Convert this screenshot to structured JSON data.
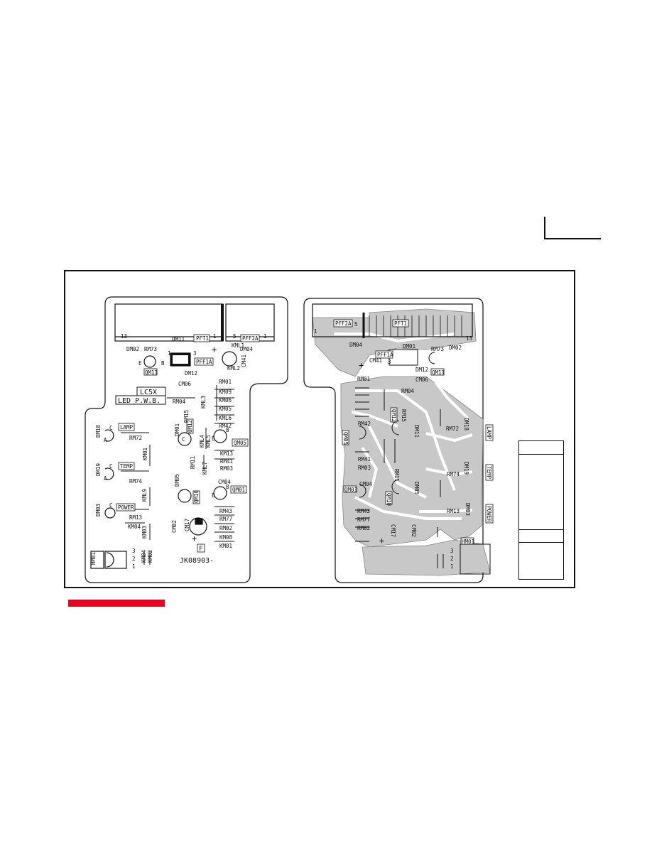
{
  "colors": {
    "ink": "#111111",
    "copper": "#c8c8c8",
    "accent": "#e8001c",
    "board": "#ffffff"
  },
  "component_side": {
    "title_line1": "LC5X",
    "title_line2": "LED P.W.B.",
    "connectors": {
      "pft1": "PFT1",
      "pff2a": "PFF2A",
      "pff1a": "PFF1A",
      "hm01": "HM01",
      "f_mark": "F"
    },
    "pins": {
      "p13": "13",
      "p1": "1",
      "p5": "5",
      "p1b": "1",
      "p3": "3",
      "p1c": "1"
    },
    "leds": {
      "lamp": "LAMP",
      "temp": "TEMP",
      "power": "POWER"
    },
    "refs": {
      "dm02": "DM02",
      "dm11": "DM11",
      "dm04": "DM04",
      "rm73": "RM73",
      "qm11": "QM11",
      "dm12": "DM12",
      "cm41": "CM41",
      "kml1": "KML1",
      "kml2": "KML2",
      "cm06": "CM06",
      "rm01": "RM01",
      "km09": "KM09",
      "km06": "KM06",
      "km05": "KM05",
      "kml6": "KML6",
      "rm42": "RM42",
      "rm04": "RM04",
      "kml3": "KML3",
      "rm15": "RM15",
      "dm18": "DM18",
      "rm72": "RM72",
      "km01a": "KM01",
      "dm01": "DM01",
      "qm12": "QM12",
      "kml4": "KML4",
      "kml5": "KML5",
      "qm05": "QM05",
      "km13": "KM13",
      "rm41": "RM41",
      "dm19": "DM19",
      "rm74": "RM74",
      "dm05": "DM05",
      "rm11": "RM11",
      "kml7": "KML7",
      "rm03": "RM03",
      "cm04": "CM04",
      "qm01": "QM01",
      "kml9": "KML9",
      "qm10": "QM10",
      "dm03": "DM03",
      "rm13": "RM13",
      "km04": "KM04",
      "rm43": "RM43",
      "km03": "KM03",
      "cm02": "CM02",
      "cm17": "CM17",
      "rm77": "RM77",
      "rm02": "RM02",
      "km08": "KM08",
      "km01": "KM01",
      "km02": "KM02",
      "km04b": "KM04",
      "pin3": "3",
      "pin2": "2",
      "pin1": "1",
      "b": "B",
      "e": "E",
      "c": "C",
      "a": "A"
    },
    "board_code": "JK08903-"
  },
  "foil_side": {
    "connectors": {
      "pff2a": "PFF2A",
      "pft1": "PFT1",
      "pff1a": "PFF1A",
      "hm01": "HM01"
    },
    "leds": {
      "lamp": "LAMP",
      "temp": "TEMP",
      "power": "POWER"
    },
    "refs": {
      "dm04": "DM04",
      "dm01": "DM01",
      "rm73": "RM73",
      "dm02": "DM02",
      "cm41": "CM41",
      "dm12": "DM12",
      "qm11": "QM11",
      "rm01": "RM01",
      "cm06": "CM06",
      "rm04": "RM04",
      "qm12": "QM12",
      "rm15": "RM15",
      "dm11": "DM11",
      "rm72": "RM72",
      "dm18": "DM18",
      "qm05": "QM05",
      "rm42": "RM42",
      "rm41": "RM41",
      "rm03": "RM03",
      "rm11": "RM11",
      "dm05": "DM05",
      "rm74": "RM74",
      "dm19": "DM19",
      "cm04": "CM04",
      "qm01": "QM01",
      "qm10": "QM10",
      "rm13": "RM13",
      "dm03": "DM03",
      "rm43": "RM43",
      "rm77": "RM77",
      "cm17": "CM17",
      "cm02": "CM02",
      "rm02": "RM02",
      "p5": "5",
      "p1": "1",
      "p13": "13",
      "p3": "3",
      "pin3": "3",
      "pin2": "2",
      "pin1": "1"
    }
  }
}
